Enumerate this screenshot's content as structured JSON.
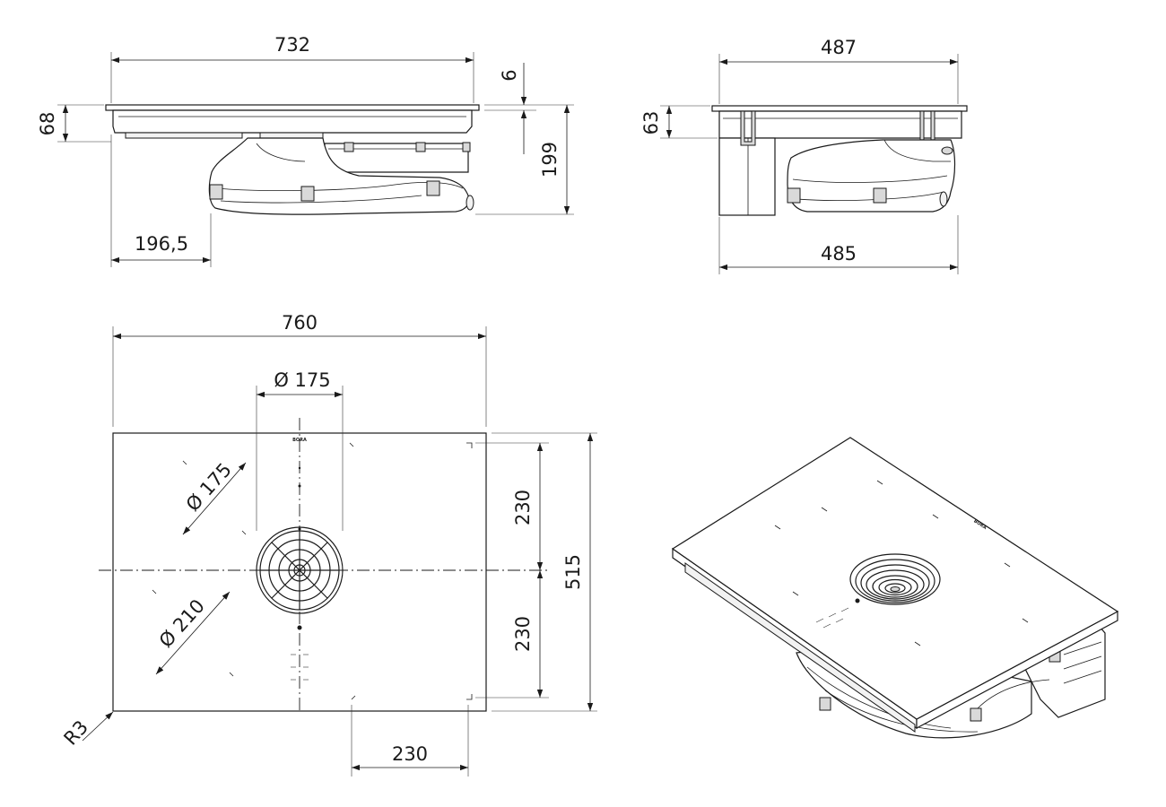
{
  "dimensions": {
    "front_width": "732",
    "glass_thickness": "6",
    "front_height": "68",
    "total_depth": "199",
    "fan_offset": "196,5",
    "side_top_width": "487",
    "side_height": "63",
    "side_bottom_width": "485",
    "plan_width": "760",
    "plan_depth": "515",
    "extractor_diameter": "Ø 175",
    "zone_small_diameter": "Ø 175",
    "zone_large_diameter": "Ø 210",
    "zone_offset_upper": "230",
    "zone_offset_lower": "230",
    "zone_offset_horizontal": "230",
    "corner_radius": "R3"
  },
  "brand": {
    "logo_text": "BORA"
  }
}
